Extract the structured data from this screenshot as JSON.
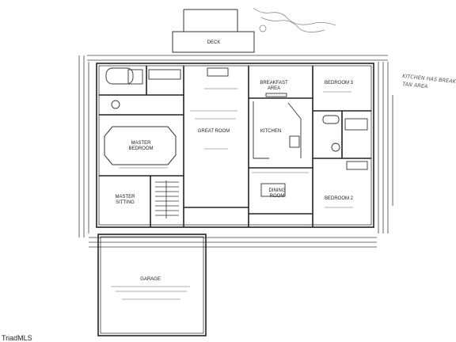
{
  "plan": {
    "rooms": {
      "deck": "DECK",
      "breakfast": "BREAKFAST AREA",
      "bedroom3": "BEDROOM 3",
      "great_room": "GREAT ROOM",
      "kitchen": "KITCHEN",
      "master_bedroom": "MASTER BEDROOM",
      "dining": "DINING ROOM",
      "bedroom2": "BEDROOM 2",
      "master_sitting": "MASTER SITTING",
      "garage": "GARAGE"
    },
    "handwritten_note": "KITCHEN HAS BREAK TAN AREA"
  },
  "watermark": "TriadMLS",
  "colors": {
    "line": "#2b2b2b",
    "paper": "#ffffff",
    "hand": "#6a6a6a"
  }
}
